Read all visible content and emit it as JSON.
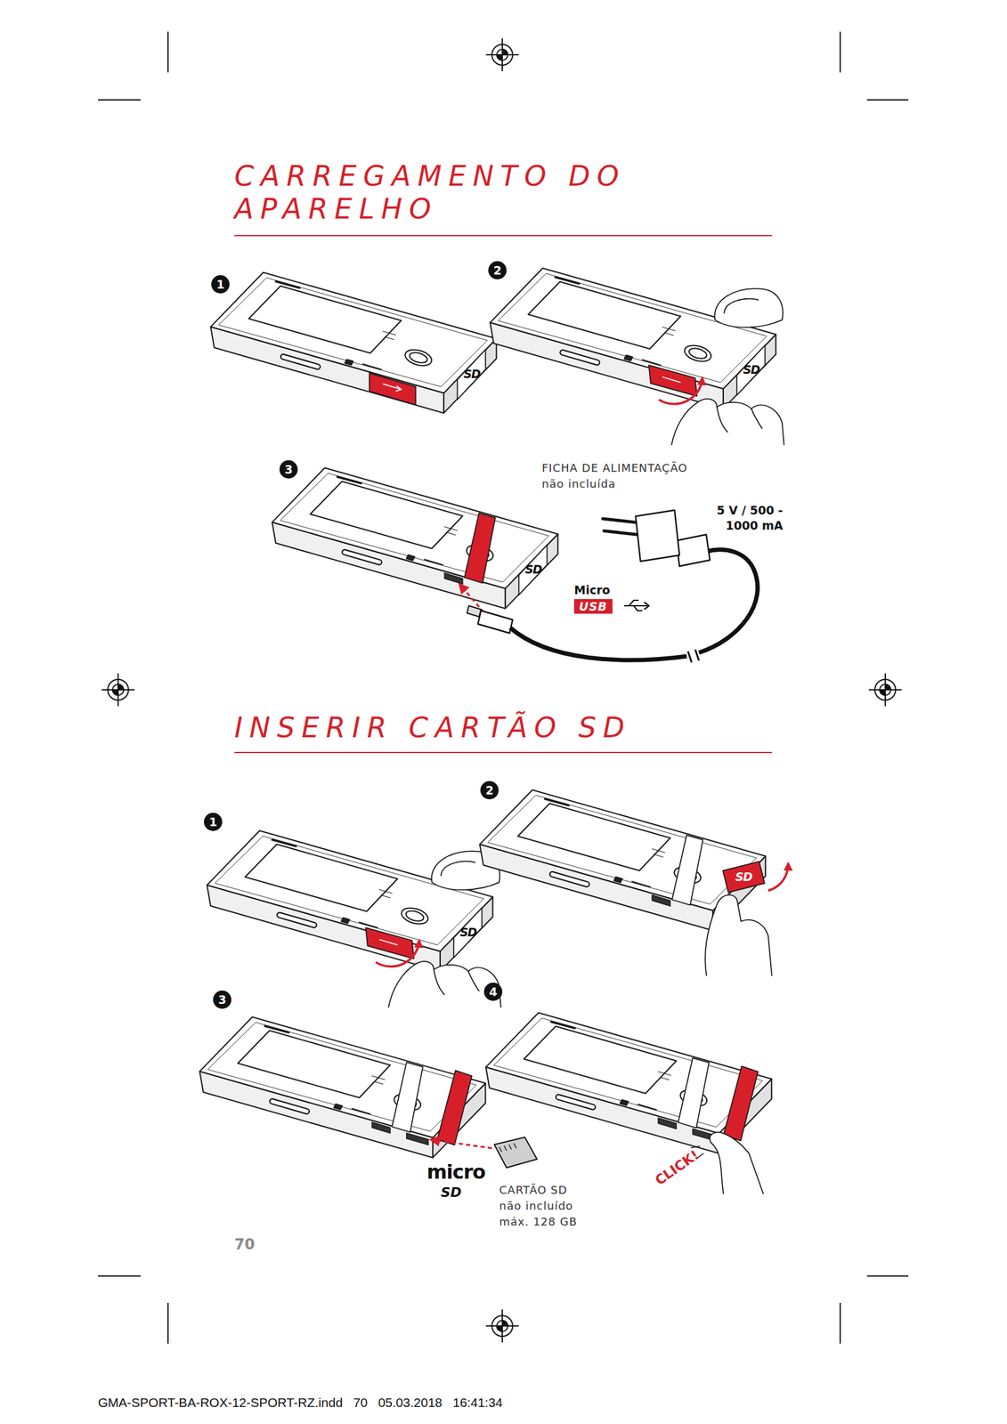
{
  "diagram": {
    "title": "CARREGAMENTO DO APARELHO",
    "labels": [
      "1",
      "2",
      "SD",
      "SD",
      "3",
      "FICHA DE ALIMENTAÇÃO",
      "não incluída",
      "5 V / 500 - 1000 mA",
      "SD",
      "Micro",
      "USB",
      "INSERIR CARTÃO SD",
      "1",
      "SD",
      "2",
      "SD",
      "3",
      "4",
      "CLICK!",
      "micro",
      "SD",
      "CARTÃO SD",
      "não incluído",
      "máx. 128 GB",
      "70",
      "GMA-SPORT-BA-ROX-12-SPORT-RZ.indd   70   05.03.2018   16:41:34"
    ]
  }
}
